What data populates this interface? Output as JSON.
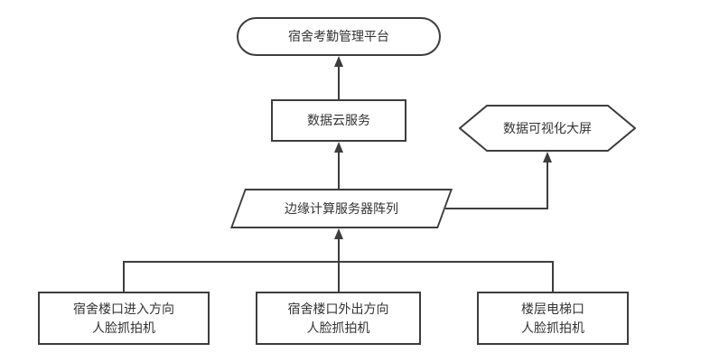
{
  "nodes": {
    "platform": {
      "label": "宿舍考勤管理平台"
    },
    "cloud_service": {
      "label": "数据云服务"
    },
    "visual_screen": {
      "label": "数据可视化大屏"
    },
    "edge_servers": {
      "label": "边缘计算服务器阵列"
    },
    "camera_entry": {
      "label": "宿舍楼口进入方向\n人脸抓拍机"
    },
    "camera_exit": {
      "label": "宿舍楼口外出方向\n人脸抓拍机"
    },
    "camera_elevator": {
      "label": "楼层电梯口\n人脸抓拍机"
    }
  },
  "colors": {
    "stroke": "#3d3d3d",
    "text": "#333333",
    "canvas": "#ffffff"
  }
}
